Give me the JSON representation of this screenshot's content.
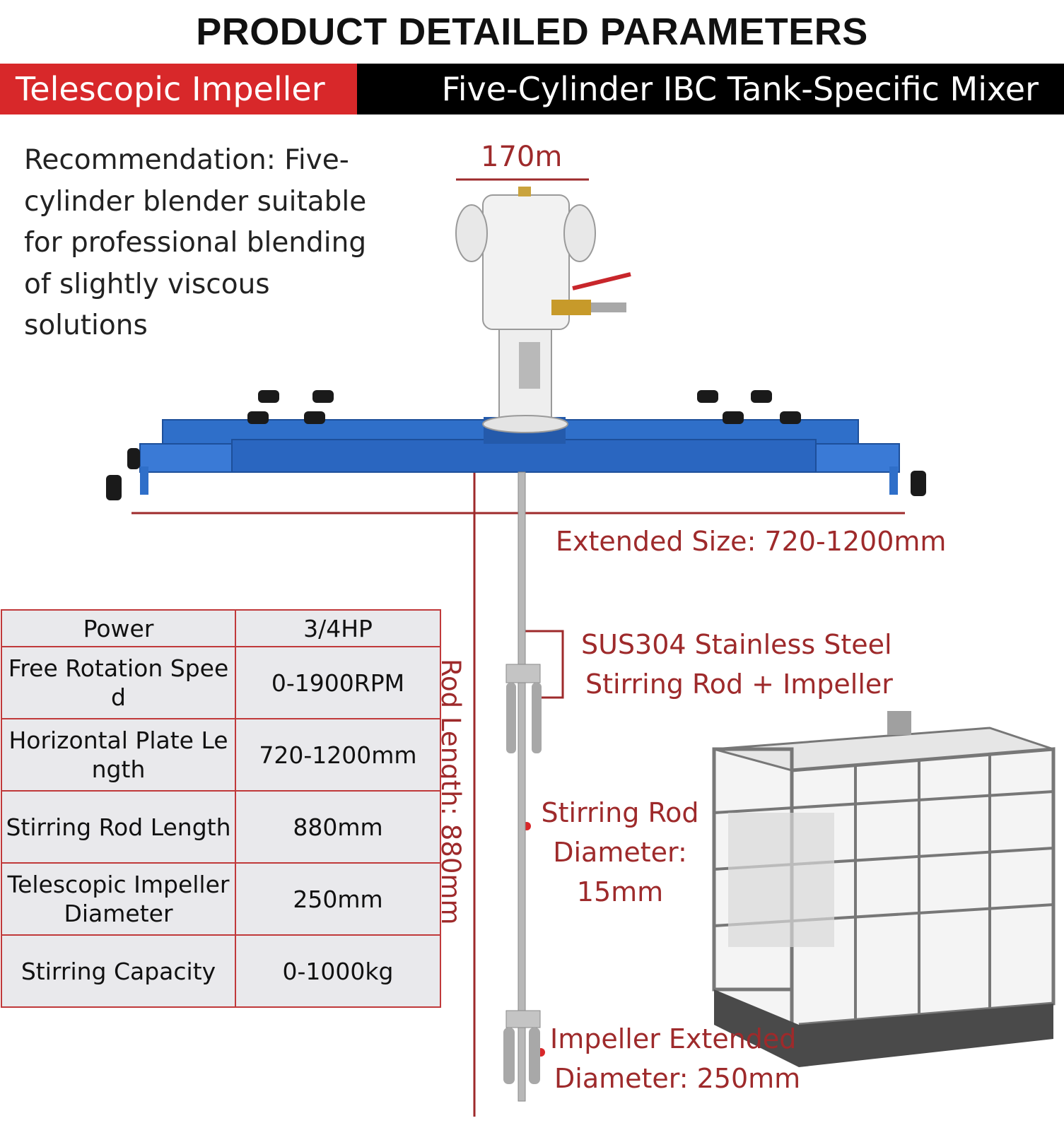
{
  "header": {
    "title": "PRODUCT DETAILED PARAMETERS",
    "banner_left": "Telescopic Impeller",
    "banner_right": "Five-Cylinder IBC Tank-Specific Mixer"
  },
  "recommendation": {
    "lines": [
      "Recommendation: Five-",
      "cylinder blender suitable",
      "for professional blending",
      "of slightly viscous",
      "solutions"
    ]
  },
  "dimensions": {
    "top_width": "170m",
    "extended_size": "Extended Size: 720-1200mm",
    "rod_length": "Rod Length: 880mm"
  },
  "callouts": {
    "material": [
      "SUS304 Stainless Steel",
      "Stirring Rod + Impeller"
    ],
    "rod_diameter": [
      "Stirring Rod",
      "Diameter:",
      "15mm"
    ],
    "impeller_diameter": [
      "Impeller Extended",
      "Diameter: 250mm"
    ]
  },
  "spec_table": {
    "rows": [
      {
        "label": [
          "Power"
        ],
        "value": "3/4HP"
      },
      {
        "label": [
          "Free Rotation Spee",
          "d"
        ],
        "value": "0-1900RPM"
      },
      {
        "label": [
          "Horizontal Plate Le",
          "ngth"
        ],
        "value": "720-1200mm"
      },
      {
        "label": [
          "Stirring Rod Length"
        ],
        "value": "880mm"
      },
      {
        "label": [
          "Telescopic Impeller",
          "Diameter"
        ],
        "value": "250mm"
      },
      {
        "label": [
          "Stirring Capacity"
        ],
        "value": "0-1000kg"
      }
    ]
  },
  "colors": {
    "accent_red": "#d8282a",
    "dimension_red": "#9e2a2b",
    "frame_blue": "#2f6fc9",
    "table_bg": "#e9e9ec"
  }
}
